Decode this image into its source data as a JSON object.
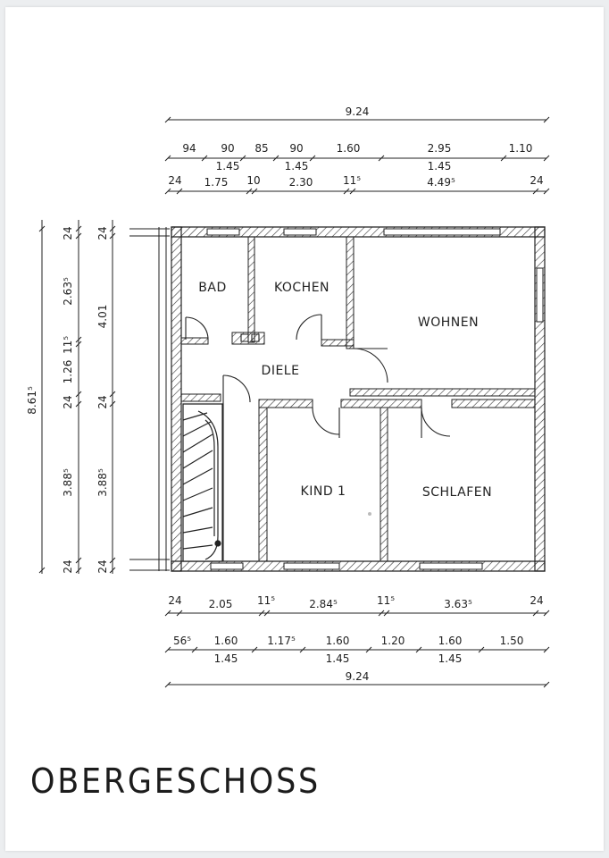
{
  "title": "OBERGESCHOSS",
  "rooms": {
    "bad": "BAD",
    "kochen": "KOCHEN",
    "wohnen": "WOHNEN",
    "diele": "DIELE",
    "kind1": "KIND 1",
    "schlafen": "SCHLAFEN"
  },
  "top_dims": {
    "total": "9.24",
    "row1": [
      "94",
      "90",
      "85",
      "90",
      "1.60",
      "2.95",
      "1.10"
    ],
    "row1_sub": [
      "1.45",
      "1.45",
      "1.45"
    ],
    "row2": [
      "24",
      "1.75",
      "10",
      "2.30",
      "11⁵",
      "4.49⁵",
      "24"
    ]
  },
  "bottom_dims": {
    "row1": [
      "24",
      "2.05",
      "11⁵",
      "2.84⁵",
      "11⁵",
      "3.63⁵",
      "24"
    ],
    "row2": [
      "56⁵",
      "1.60",
      "1.17⁵",
      "1.60",
      "1.20",
      "1.60",
      "1.50"
    ],
    "row2_sub": [
      "1.45",
      "1.45",
      "1.45"
    ],
    "total": "9.24"
  },
  "left_dims": {
    "total": "8.61⁵",
    "col1": [
      "24",
      "2.63⁵",
      "11⁵",
      "1.26",
      "24",
      "3.88⁵",
      "24"
    ],
    "col2": [
      "24",
      "4.01",
      "24",
      "3.88⁵",
      "24"
    ]
  }
}
